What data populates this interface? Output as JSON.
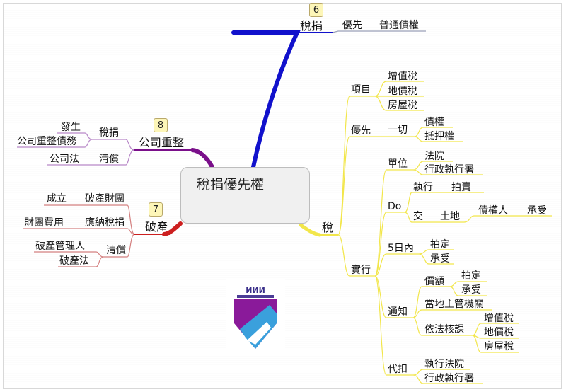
{
  "central": "稅捐優先權",
  "branches": {
    "tax_priority": {
      "badge": "6",
      "title": "稅捐",
      "sub": "優先",
      "leaf": "普通債權"
    },
    "reorg": {
      "badge": "8",
      "title": "公司重整",
      "items": {
        "tax": "稅捐",
        "occur": "發生",
        "debt": "公司重整債務",
        "clear": "清償",
        "law": "公司法"
      }
    },
    "bankruptcy": {
      "badge": "7",
      "title": "破產",
      "items": {
        "estate": "破產財團",
        "establish": "成立",
        "tax": "應納稅捐",
        "cost": "財團費用",
        "clear": "清償",
        "admin": "破產管理人",
        "law": "破產法"
      }
    },
    "tax": {
      "title": "稅",
      "items": {
        "label": "項目",
        "items": [
          "增值稅",
          "地價稅",
          "房屋稅"
        ]
      },
      "priority": {
        "label": "優先",
        "all": "一切",
        "items": [
          "債權",
          "抵押權"
        ]
      },
      "practice": {
        "label": "實行",
        "unit": {
          "label": "單位",
          "items": [
            "法院",
            "行政執行署"
          ]
        },
        "do": {
          "label": "Do",
          "exec": "執行",
          "auction": "拍賣",
          "deliver": "交",
          "land": "土地",
          "creditor": "債權人",
          "accept": "承受"
        },
        "five_days": {
          "label": "5日內",
          "items": [
            "拍定",
            "承受"
          ]
        },
        "notify": {
          "label": "通知",
          "price": "價額",
          "price_items": [
            "拍定",
            "承受"
          ],
          "authority": "當地主管機關",
          "levy": "依法核課",
          "levy_items": [
            "增值稅",
            "地價稅",
            "房屋稅"
          ]
        },
        "withhold": {
          "label": "代扣",
          "items": [
            "執行法院",
            "行政執行署"
          ]
        }
      }
    }
  },
  "logo": {
    "name": "logo-image",
    "caption": ""
  },
  "colors": {
    "tax_branch": "#1111cc",
    "reorg_branch": "#7a0f8a",
    "bank_branch": "#cc1f1f",
    "tax_main": "#f2e64a",
    "gray_line": "#9aa0b8",
    "red_line": "#d48080",
    "purple_line": "#b888c8"
  }
}
